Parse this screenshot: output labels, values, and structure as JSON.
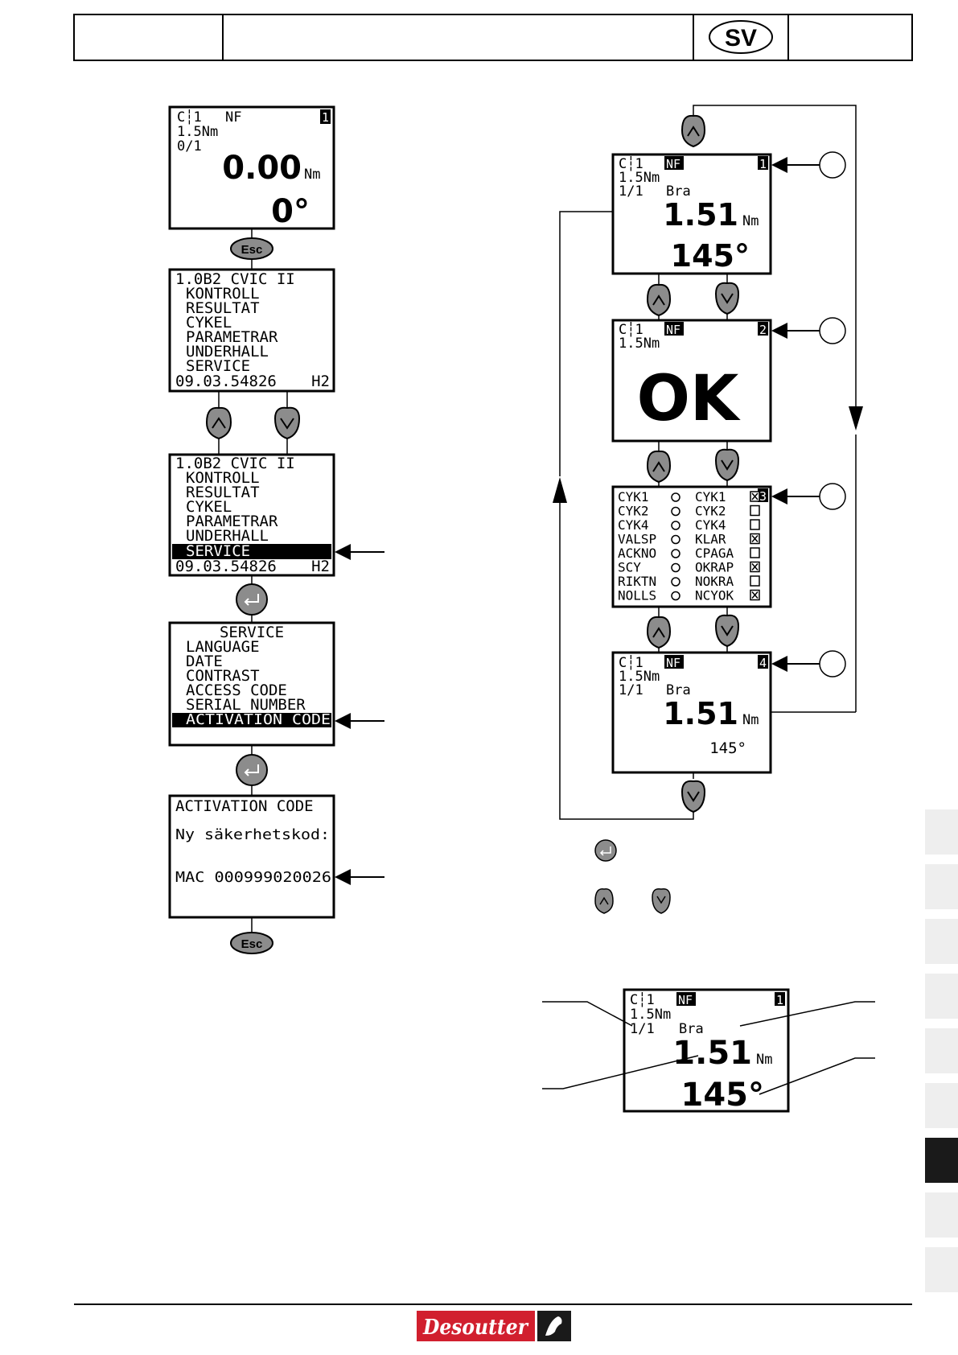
{
  "header": {
    "lang_badge": "SV"
  },
  "left_column": {
    "screen1": {
      "tool": "C┆1",
      "mode": "NF",
      "index": "1",
      "target": "1.5Nm",
      "count": "0/1",
      "torque": "0.00",
      "torque_unit": "Nm",
      "angle": "0°"
    },
    "esc_label": "Esc",
    "menu": {
      "header": "1.0B2 CVIC II",
      "items": [
        "KONTROLL",
        "RESULTAT",
        "CYKEL",
        "PARAMETRAR",
        "UNDERHALL",
        "SERVICE"
      ],
      "footer_code": "09.03.54826",
      "footer_tag": "H2"
    },
    "service": {
      "title": "SERVICE",
      "items": [
        "LANGUAGE",
        "DATE",
        "CONTRAST",
        "ACCESS CODE",
        "SERIAL NUMBER",
        "ACTIVATION CODE"
      ]
    },
    "activation": {
      "title": "ACTIVATION CODE",
      "prompt": "Ny säkerhetskod:",
      "mac": "MAC 000999020026"
    }
  },
  "right_column": {
    "result1": {
      "tool": "C┆1",
      "mode": "NF",
      "index": "1",
      "target": "1.5Nm",
      "count": "1/1",
      "status": "Bra",
      "torque": "1.51",
      "torque_unit": "Nm",
      "angle": "145°"
    },
    "ok_screen": {
      "tool": "C┆1",
      "mode": "NF",
      "index": "2",
      "target": "1.5Nm",
      "big": "OK"
    },
    "flags_screen": {
      "index": "3",
      "rows": [
        {
          "left": "CYK1",
          "right": "CYK1",
          "checked": true
        },
        {
          "left": "CYK2",
          "right": "CYK2",
          "checked": false
        },
        {
          "left": "CYK4",
          "right": "CYK4",
          "checked": false
        },
        {
          "left": "VALSP",
          "right": "KLAR",
          "checked": true
        },
        {
          "left": "ACKNO",
          "right": "CPAGA",
          "checked": false
        },
        {
          "left": "SCY",
          "right": "OKRAP",
          "checked": true
        },
        {
          "left": "RIKTN",
          "right": "NOKRA",
          "checked": false
        },
        {
          "left": "NOLLS",
          "right": "NCYOK",
          "checked": true
        }
      ]
    },
    "result4": {
      "tool": "C┆1",
      "mode": "NF",
      "index": "4",
      "target": "1.5Nm",
      "count": "1/1",
      "status": "Bra",
      "torque": "1.51",
      "torque_unit": "Nm",
      "angle": "145°"
    },
    "detail": {
      "tool": "C┆1",
      "mode": "NF",
      "index": "1",
      "target": "1.5Nm",
      "count": "1/1",
      "status": "Bra",
      "torque": "1.51",
      "torque_unit": "Nm",
      "angle": "145°"
    }
  },
  "footer": {
    "brand": "Desoutter"
  },
  "colors": {
    "button_gray": "#8c8c8c",
    "tab_gray": "#eeeeee",
    "tab_active": "#1a1a1a",
    "logo_red": "#d11f2e"
  },
  "side_tabs": {
    "count": 9,
    "active_index": 6
  }
}
